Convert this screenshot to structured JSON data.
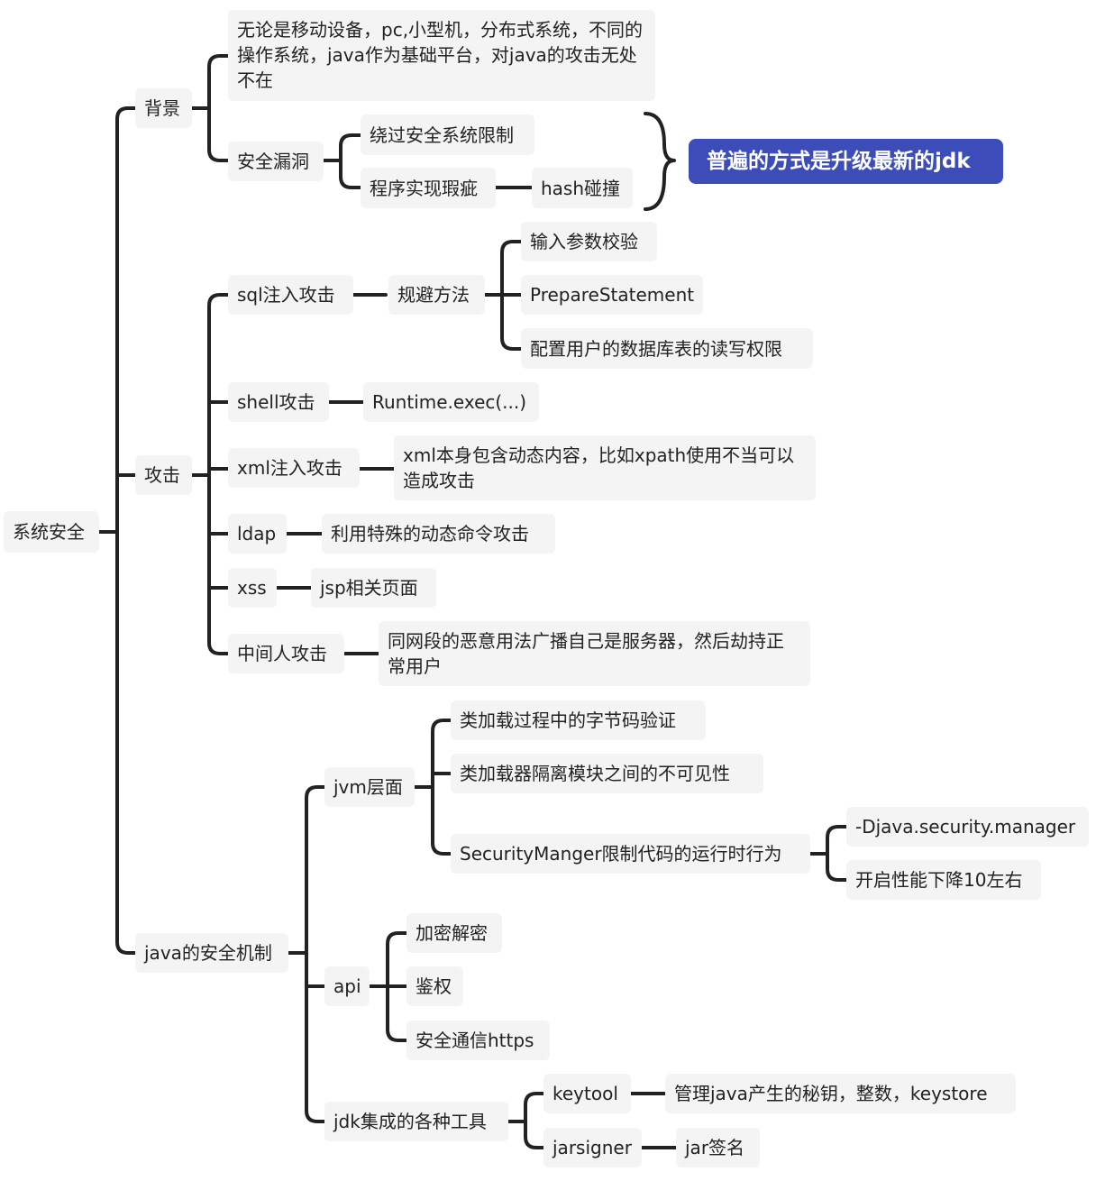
{
  "root": "系统安全",
  "branches": {
    "background": {
      "label": "背景",
      "children": {
        "platform": "无论是移动设备，pc,小型机，分布式系统，不同的操作系统，java作为基础平台，对java的攻击无处不在",
        "vuln": {
          "label": "安全漏洞",
          "bypass": "绕过安全系统限制",
          "flaw": "程序实现瑕疵",
          "hash": "hash碰撞"
        }
      },
      "callout": "普遍的方式是升级最新的jdk"
    },
    "attack": {
      "label": "攻击",
      "sql": {
        "label": "sql注入攻击",
        "avoid": "规避方法",
        "items": [
          "输入参数校验",
          "PrepareStatement",
          "配置用户的数据库表的读写权限"
        ]
      },
      "shell": {
        "label": "shell攻击",
        "detail": "Runtime.exec(...)"
      },
      "xml": {
        "label": "xml注入攻击",
        "detail": "xml本身包含动态内容，比如xpath使用不当可以造成攻击"
      },
      "ldap": {
        "label": "ldap",
        "detail": "利用特殊的动态命令攻击"
      },
      "xss": {
        "label": "xss",
        "detail": "jsp相关页面"
      },
      "mitm": {
        "label": "中间人攻击",
        "detail": "同网段的恶意用法广播自己是服务器，然后劫持正常用户"
      }
    },
    "java": {
      "label": "java的安全机制",
      "jvm": {
        "label": "jvm层面",
        "items": [
          "类加载过程中的字节码验证",
          "类加载器隔离模块之间的不可见性"
        ],
        "sm": "SecurityManger限制代码的运行时行为",
        "sm_items": [
          "-Djava.security.manager",
          "开启性能下降10左右"
        ]
      },
      "api": {
        "label": "api",
        "items": [
          "加密解密",
          "鉴权",
          "安全通信https"
        ]
      },
      "tools": {
        "label": "jdk集成的各种工具",
        "keytool": "keytool",
        "keytool_detail": "管理java产生的秘钥，整数，keystore",
        "jarsigner": "jarsigner",
        "jarsigner_detail": "jar签名"
      }
    }
  },
  "colors": {
    "node_bg": "#f4f4f4",
    "line": "#222222",
    "callout_bg": "#3c4dba",
    "callout_text": "#ffffff"
  }
}
